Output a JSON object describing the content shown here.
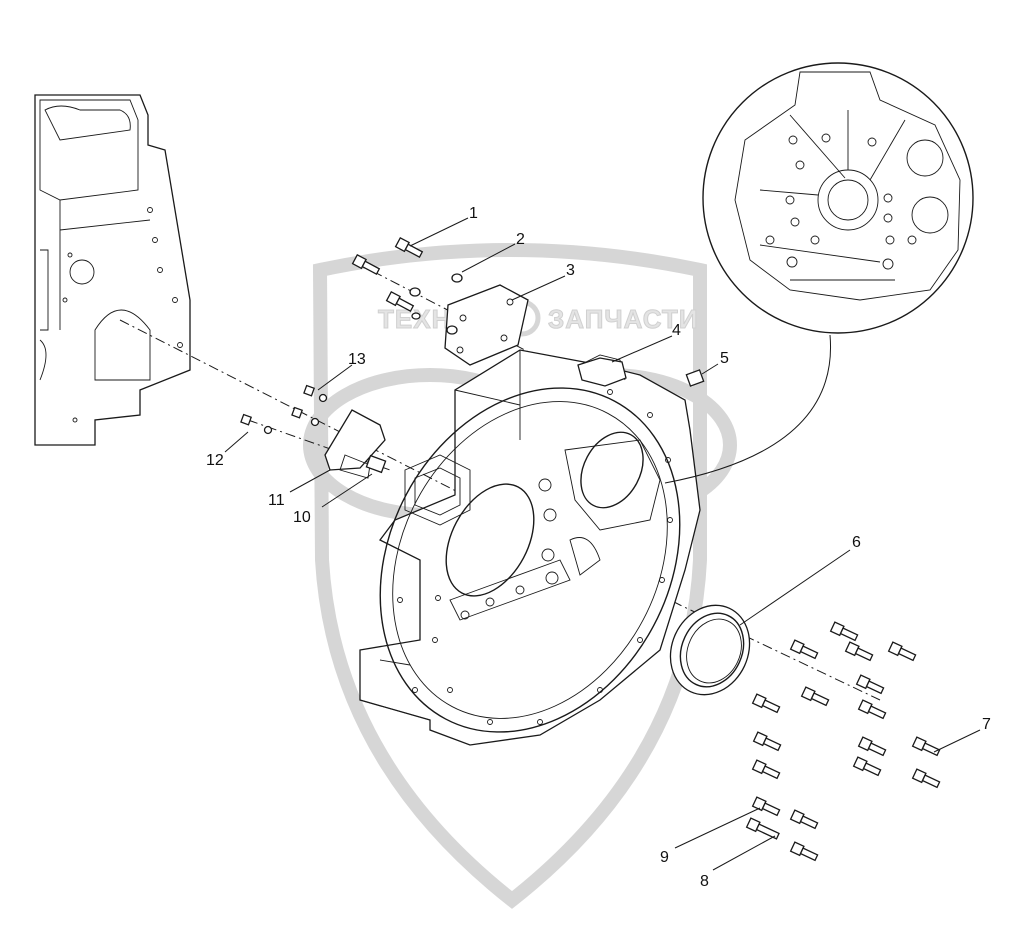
{
  "watermark": {
    "left_text": "ТЕХНИКА",
    "right_text": "ЗАПЧАСТИ"
  },
  "callouts": [
    {
      "id": "1",
      "label": "1"
    },
    {
      "id": "2",
      "label": "2"
    },
    {
      "id": "3",
      "label": "3"
    },
    {
      "id": "4",
      "label": "4"
    },
    {
      "id": "5",
      "label": "5"
    },
    {
      "id": "6",
      "label": "6"
    },
    {
      "id": "7",
      "label": "7"
    },
    {
      "id": "8",
      "label": "8"
    },
    {
      "id": "9",
      "label": "9"
    },
    {
      "id": "10",
      "label": "10"
    },
    {
      "id": "11",
      "label": "11"
    },
    {
      "id": "12",
      "label": "12"
    },
    {
      "id": "13",
      "label": "13"
    }
  ]
}
